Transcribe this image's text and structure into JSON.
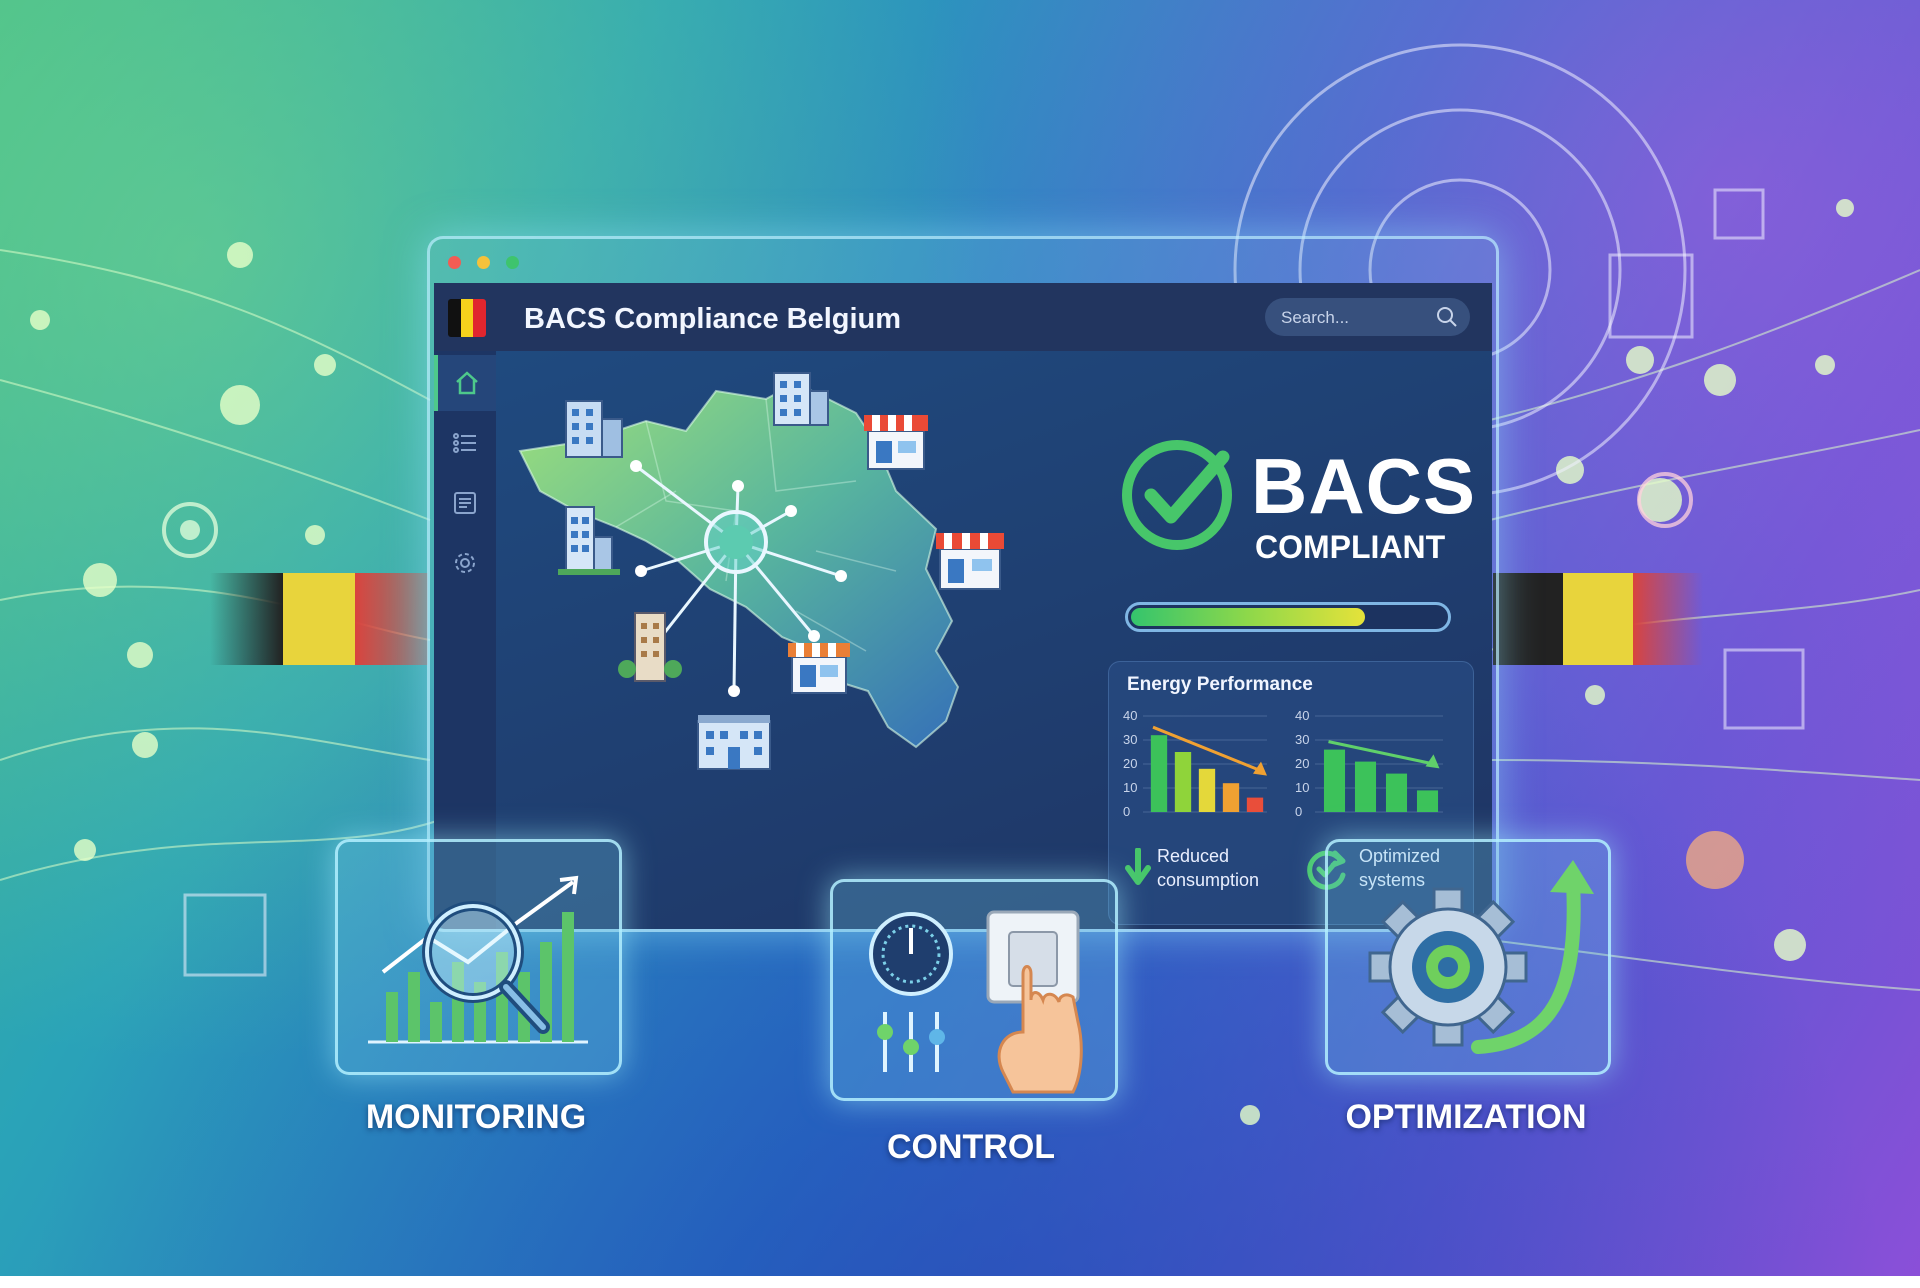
{
  "window": {
    "dots": [
      "#f25c54",
      "#f5c23b",
      "#3ec46d"
    ]
  },
  "app": {
    "title": "BACS Compliance Belgium",
    "flag_colors": [
      "#111111",
      "#f6d21c",
      "#e0262e"
    ],
    "search": {
      "placeholder": "Search..."
    }
  },
  "sidebar": {
    "items": [
      {
        "icon": "home-icon",
        "active": true
      },
      {
        "icon": "list-icon",
        "active": false
      },
      {
        "icon": "document-icon",
        "active": false
      },
      {
        "icon": "gear-icon",
        "active": false
      }
    ]
  },
  "map": {
    "markers": [
      "office-building-icon",
      "office-building-icon",
      "shop-icon",
      "office-building-icon",
      "shop-icon",
      "tower-building-icon",
      "shop-icon",
      "office-building-icon"
    ]
  },
  "compliance": {
    "headline": "BACS",
    "subline": "COMPLIANT",
    "progress": 0.75
  },
  "energy": {
    "title": "Energy Performance",
    "stats": [
      {
        "icon": "arrow-down-icon",
        "label_line1": "Reduced",
        "label_line2": "consumption"
      },
      {
        "icon": "refresh-check-icon",
        "label_line1": "Optimized",
        "label_line2": "systems"
      }
    ]
  },
  "chart_data": [
    {
      "type": "bar",
      "yticks": [
        0,
        10,
        20,
        30,
        40
      ],
      "ylim": [
        0,
        40
      ],
      "values": [
        32,
        25,
        18,
        12,
        6
      ],
      "colors": [
        "#3cc25a",
        "#8fd43a",
        "#e4d83a",
        "#f0a132",
        "#e94e3a"
      ],
      "trend": "down"
    },
    {
      "type": "bar",
      "yticks": [
        0,
        10,
        20,
        30,
        40
      ],
      "ylim": [
        0,
        40
      ],
      "values": [
        26,
        21,
        16,
        9
      ],
      "colors": [
        "#3cc25a",
        "#3cc25a",
        "#3cc25a",
        "#3cc25a"
      ],
      "trend": "down"
    }
  ],
  "features": [
    {
      "label": "MONITORING",
      "icon": "magnifier-chart-icon"
    },
    {
      "label": "CONTROL",
      "icon": "switch-hand-icon"
    },
    {
      "label": "OPTIMIZATION",
      "icon": "gear-arrow-icon"
    }
  ]
}
